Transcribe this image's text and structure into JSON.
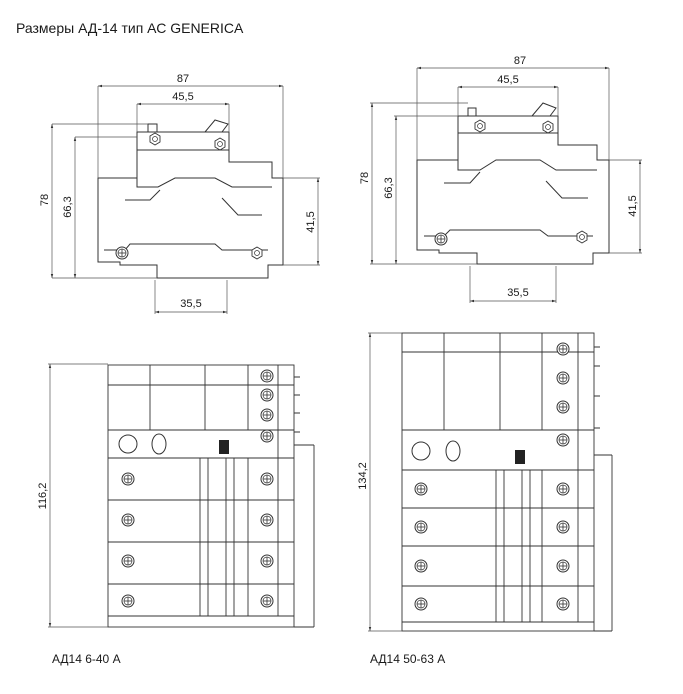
{
  "title": "Размеры АД-14 тип АС GENERICA",
  "top_left": {
    "width_total": "87",
    "width_top": "45,5",
    "height_total": "78",
    "height_body": "66,3",
    "height_rail": "41,5",
    "width_rail": "35,5"
  },
  "top_right": {
    "width_total": "87",
    "width_top": "45,5",
    "height_total": "78",
    "height_body": "66,3",
    "height_rail": "41,5",
    "width_rail": "35,5"
  },
  "bottom_left": {
    "height": "116,2",
    "caption": "АД14 6-40 А"
  },
  "bottom_right": {
    "height": "134,2",
    "caption": "АД14 50-63 А"
  },
  "colors": {
    "line": "#333333",
    "dim": "#555555"
  }
}
